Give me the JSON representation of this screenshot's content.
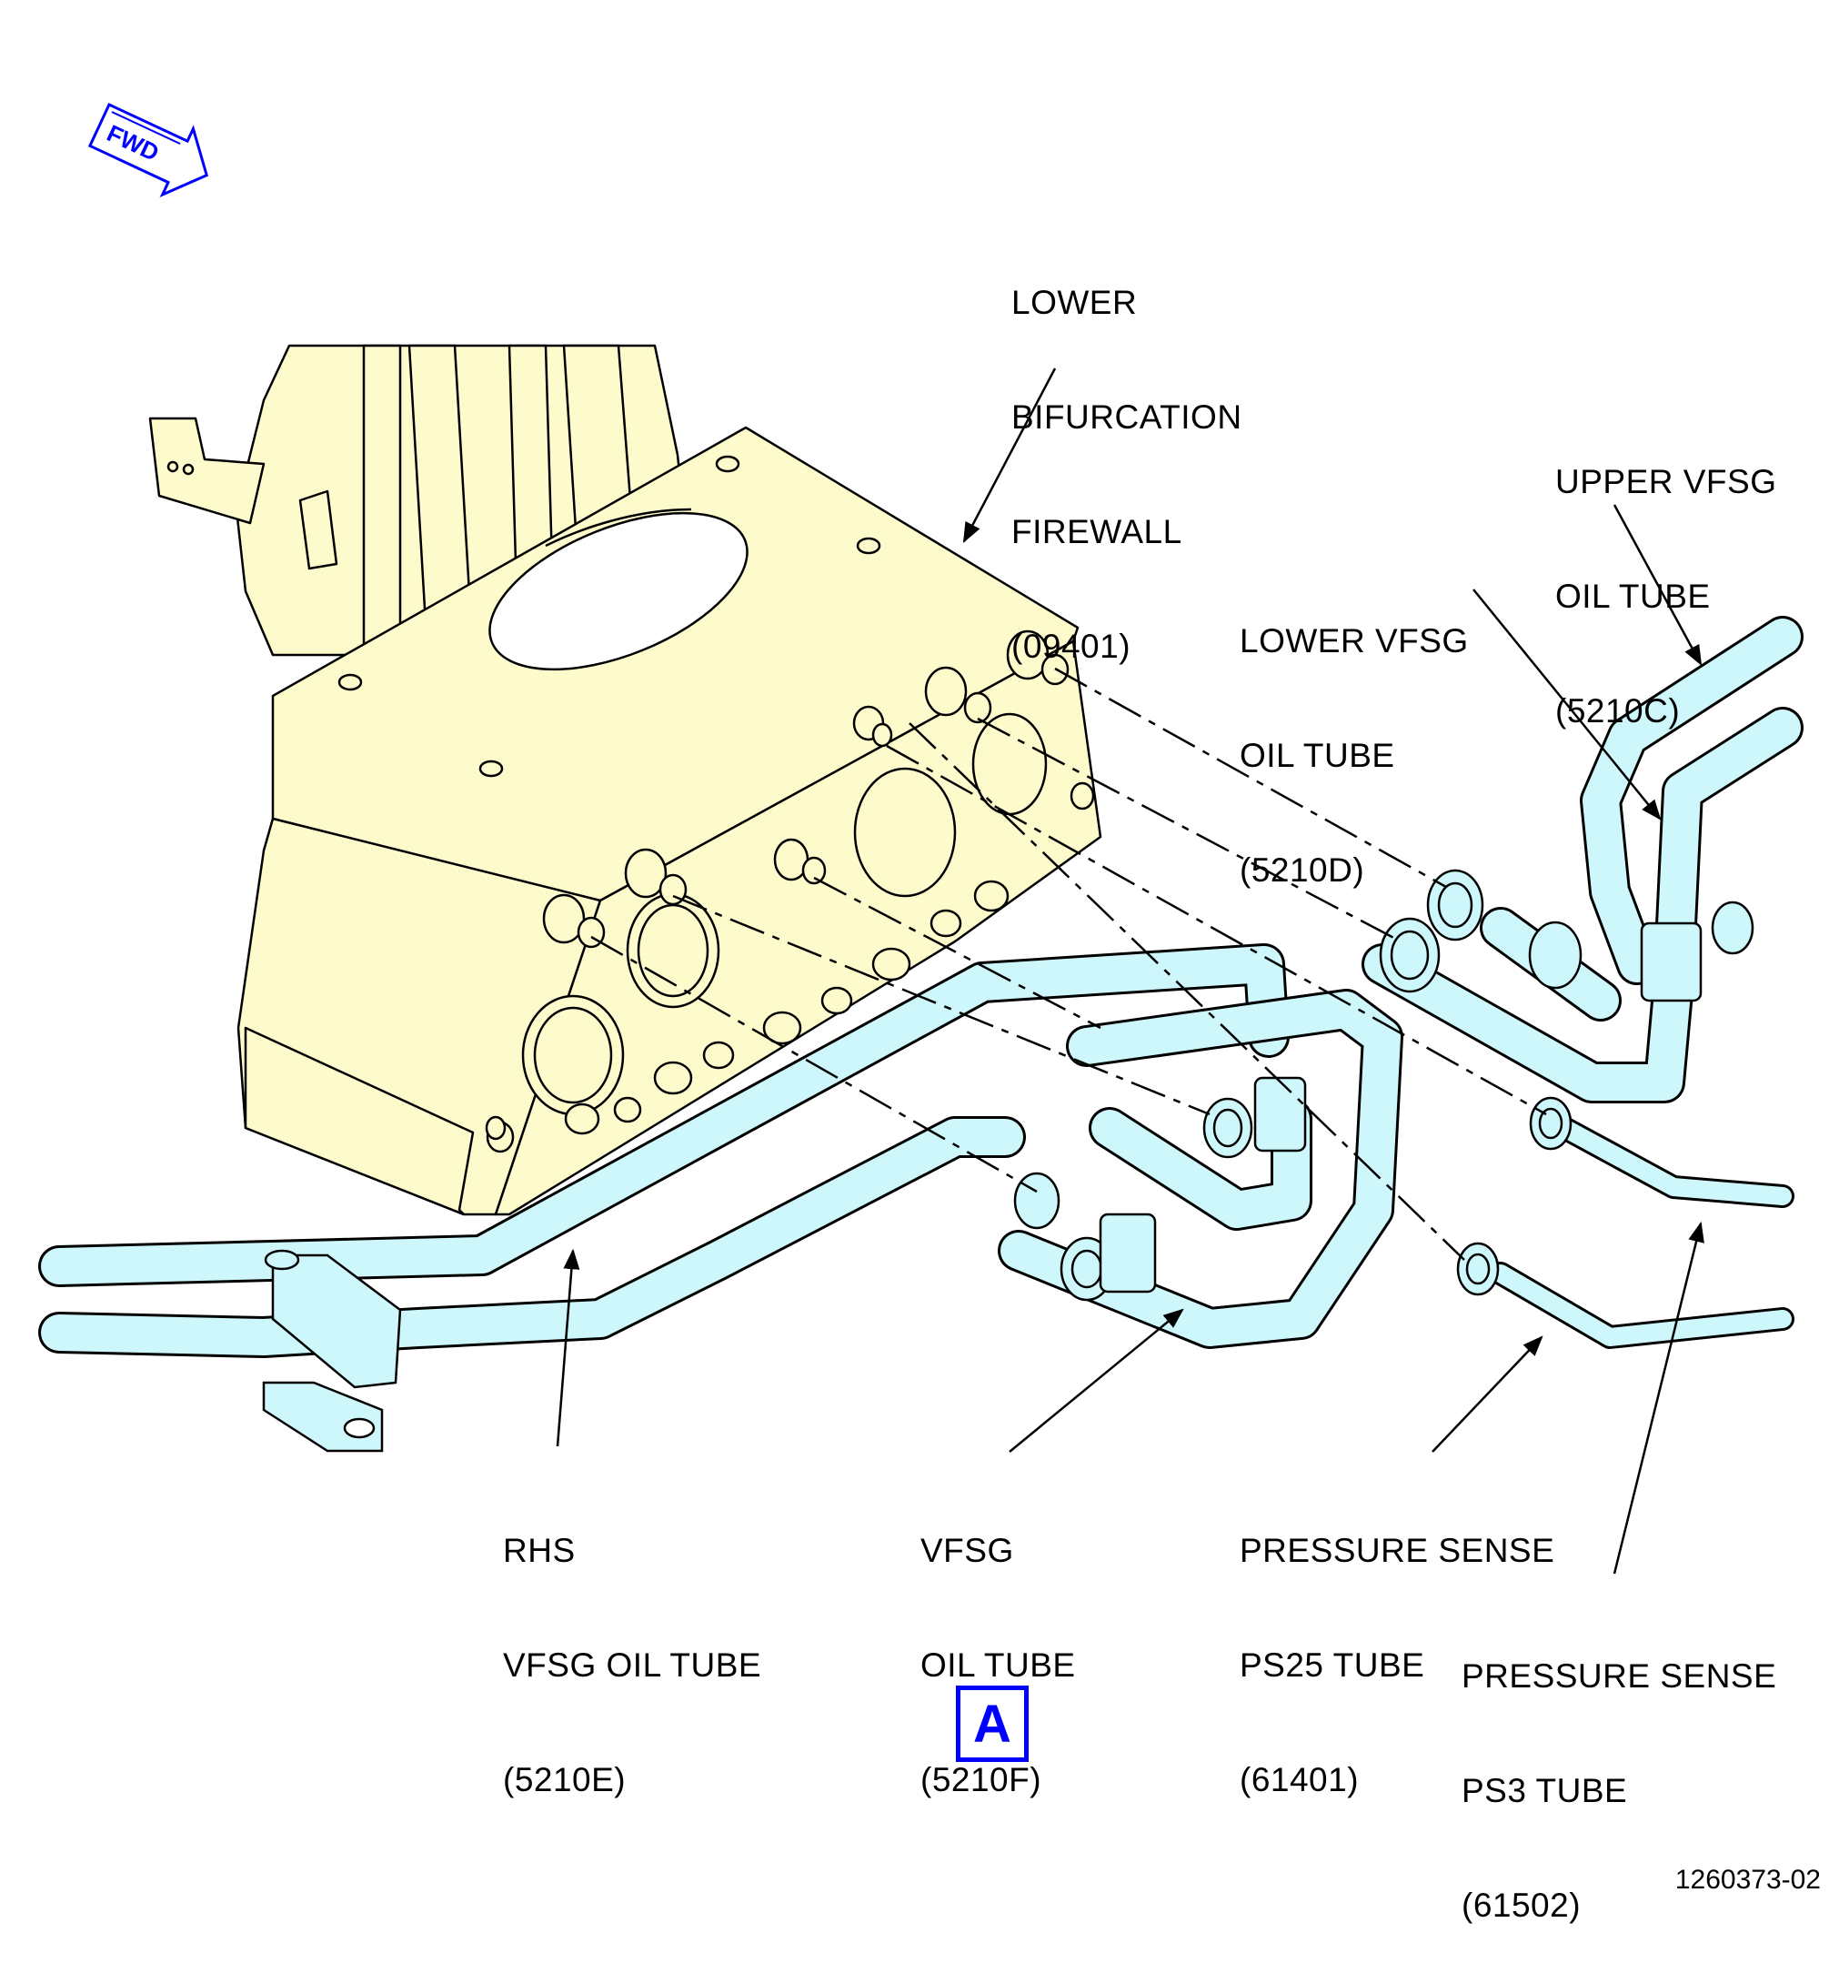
{
  "fwd_indicator": {
    "label": "FWD",
    "color": "#0000ff"
  },
  "callouts": {
    "lower_bifurcation_firewall": [
      "LOWER",
      "BIFURCATION",
      "FIREWALL",
      "(09401)"
    ],
    "upper_vfsg_oil_tube": [
      "UPPER VFSG",
      "OIL TUBE",
      "(5210C)"
    ],
    "lower_vfsg_oil_tube": [
      "LOWER VFSG",
      "OIL TUBE",
      "(5210D)"
    ],
    "rhs_vfsg_oil_tube": [
      "RHS",
      "VFSG OIL TUBE",
      "(5210E)"
    ],
    "vfsg_oil_tube": [
      "VFSG",
      "OIL TUBE",
      "(5210F)"
    ],
    "pressure_sense_ps25_tube": [
      "PRESSURE SENSE",
      "PS25 TUBE",
      "(61401)"
    ],
    "pressure_sense_ps3_tube": [
      "PRESSURE SENSE",
      "PS3 TUBE",
      "(61502)"
    ]
  },
  "view_label": "A",
  "view_label_color": "#0000ff",
  "figure_number": "1260373-02",
  "colors": {
    "firewall_fill": "#fdfbcc",
    "tube_fill": "#cdf7fb",
    "outline": "#000000"
  }
}
